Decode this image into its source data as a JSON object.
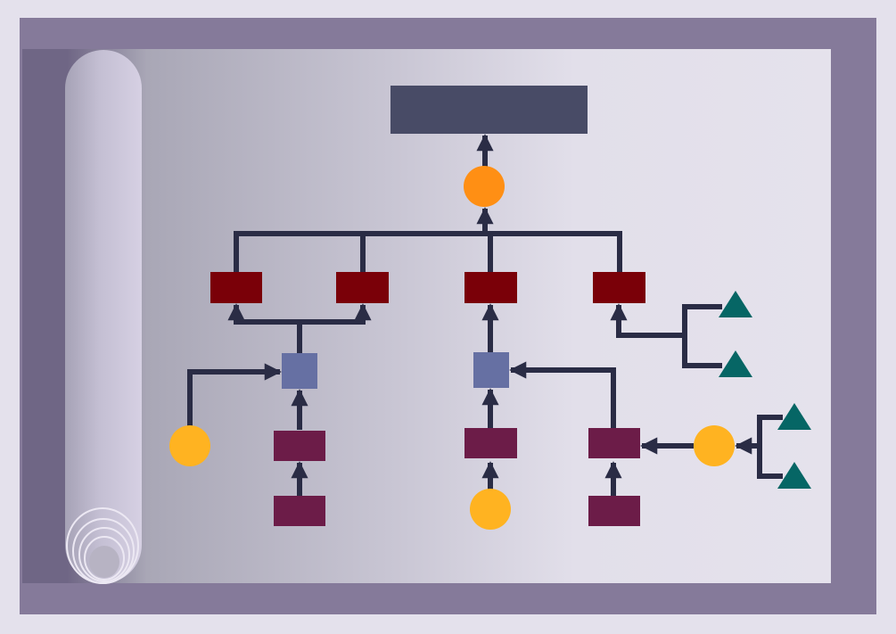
{
  "diagram": {
    "title": "",
    "colors": {
      "background": "#e4e1ec",
      "frame": "#857a9a",
      "connector": "#2a2c45",
      "root": "#484b66",
      "orange_circle": "#ff8f14",
      "yellow_circle": "#ffb321",
      "red_box": "#7a0008",
      "blue_square": "#6670a3",
      "plum_box": "#6c1c48",
      "teal_triangle": "#066665"
    },
    "nodes": [
      {
        "id": "root",
        "shape": "rectangle",
        "color": "root"
      },
      {
        "id": "hub",
        "shape": "circle",
        "color": "orange_circle"
      },
      {
        "id": "red1",
        "shape": "rectangle",
        "color": "red_box"
      },
      {
        "id": "red2",
        "shape": "rectangle",
        "color": "red_box"
      },
      {
        "id": "red3",
        "shape": "rectangle",
        "color": "red_box"
      },
      {
        "id": "red4",
        "shape": "rectangle",
        "color": "red_box"
      },
      {
        "id": "blue1",
        "shape": "square",
        "color": "blue_square"
      },
      {
        "id": "blue2",
        "shape": "square",
        "color": "blue_square"
      },
      {
        "id": "yellow1",
        "shape": "circle",
        "color": "yellow_circle"
      },
      {
        "id": "yellow2",
        "shape": "circle",
        "color": "yellow_circle"
      },
      {
        "id": "yellow3",
        "shape": "circle",
        "color": "yellow_circle"
      },
      {
        "id": "plum1",
        "shape": "rectangle",
        "color": "plum_box"
      },
      {
        "id": "plum2",
        "shape": "rectangle",
        "color": "plum_box"
      },
      {
        "id": "plum3",
        "shape": "rectangle",
        "color": "plum_box"
      },
      {
        "id": "plum4",
        "shape": "rectangle",
        "color": "plum_box"
      },
      {
        "id": "plum5",
        "shape": "rectangle",
        "color": "plum_box"
      },
      {
        "id": "tri1",
        "shape": "triangle",
        "color": "teal_triangle"
      },
      {
        "id": "tri2",
        "shape": "triangle",
        "color": "teal_triangle"
      },
      {
        "id": "tri3",
        "shape": "triangle",
        "color": "teal_triangle"
      },
      {
        "id": "tri4",
        "shape": "triangle",
        "color": "teal_triangle"
      }
    ],
    "edges": [
      {
        "from": "hub",
        "to": "root"
      },
      {
        "from": "red1",
        "to": "hub"
      },
      {
        "from": "red2",
        "to": "hub"
      },
      {
        "from": "red3",
        "to": "hub"
      },
      {
        "from": "red4",
        "to": "hub"
      },
      {
        "from": "blue1",
        "to": "red1"
      },
      {
        "from": "blue1",
        "to": "red2"
      },
      {
        "from": "blue2",
        "to": "red3"
      },
      {
        "from": "tri1",
        "to": "red4"
      },
      {
        "from": "tri2",
        "to": "red4"
      },
      {
        "from": "yellow1",
        "to": "blue1"
      },
      {
        "from": "plum1",
        "to": "blue1"
      },
      {
        "from": "plum2",
        "to": "plum1"
      },
      {
        "from": "plum3",
        "to": "blue2"
      },
      {
        "from": "yellow2",
        "to": "plum3"
      },
      {
        "from": "plum4",
        "to": "blue2"
      },
      {
        "from": "plum5",
        "to": "plum4"
      },
      {
        "from": "yellow3",
        "to": "plum4"
      },
      {
        "from": "tri3",
        "to": "yellow3"
      },
      {
        "from": "tri4",
        "to": "yellow3"
      }
    ]
  }
}
